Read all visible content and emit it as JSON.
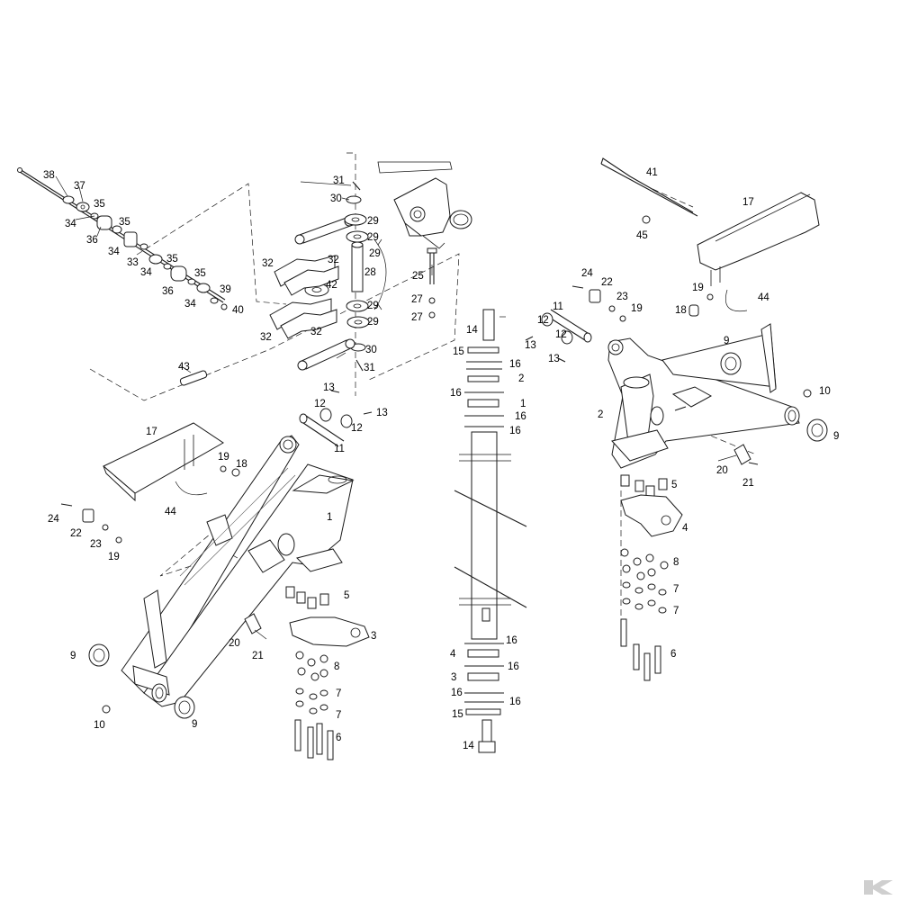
{
  "callouts": [
    {
      "id": "c38a",
      "label": "38"
    },
    {
      "id": "c37a",
      "label": "37"
    },
    {
      "id": "c35a",
      "label": "35"
    },
    {
      "id": "c34a",
      "label": "34"
    },
    {
      "id": "c36a",
      "label": "36"
    },
    {
      "id": "c35b",
      "label": "35"
    },
    {
      "id": "c34b",
      "label": "34"
    },
    {
      "id": "c33a",
      "label": "33"
    },
    {
      "id": "c35c",
      "label": "35"
    },
    {
      "id": "c34c",
      "label": "34"
    },
    {
      "id": "c36b",
      "label": "36"
    },
    {
      "id": "c35d",
      "label": "35"
    },
    {
      "id": "c34d",
      "label": "34"
    },
    {
      "id": "c39a",
      "label": "39"
    },
    {
      "id": "c40a",
      "label": "40"
    },
    {
      "id": "c31a",
      "label": "31"
    },
    {
      "id": "c30a",
      "label": "30"
    },
    {
      "id": "c29a",
      "label": "29"
    },
    {
      "id": "c29b",
      "label": "29"
    },
    {
      "id": "c29c",
      "label": "29"
    },
    {
      "id": "c32a",
      "label": "32"
    },
    {
      "id": "c32b",
      "label": "32"
    },
    {
      "id": "c28a",
      "label": "28"
    },
    {
      "id": "c42a",
      "label": "42"
    },
    {
      "id": "c29d",
      "label": "29"
    },
    {
      "id": "c29e",
      "label": "29"
    },
    {
      "id": "c32c",
      "label": "32"
    },
    {
      "id": "c32d",
      "label": "32"
    },
    {
      "id": "c30b",
      "label": "30"
    },
    {
      "id": "c31b",
      "label": "31"
    },
    {
      "id": "c25a",
      "label": "25"
    },
    {
      "id": "c27a",
      "label": "27"
    },
    {
      "id": "c27b",
      "label": "27"
    },
    {
      "id": "c43a",
      "label": "43"
    },
    {
      "id": "c13a",
      "label": "13"
    },
    {
      "id": "c12a",
      "label": "12"
    },
    {
      "id": "c12b",
      "label": "12"
    },
    {
      "id": "c13b",
      "label": "13"
    },
    {
      "id": "c11a",
      "label": "11"
    },
    {
      "id": "c17a",
      "label": "17"
    },
    {
      "id": "c19a",
      "label": "19"
    },
    {
      "id": "c18a",
      "label": "18"
    },
    {
      "id": "c44a",
      "label": "44"
    },
    {
      "id": "c1a",
      "label": "1"
    },
    {
      "id": "c24a",
      "label": "24"
    },
    {
      "id": "c22a",
      "label": "22"
    },
    {
      "id": "c23a",
      "label": "23"
    },
    {
      "id": "c19b",
      "label": "19"
    },
    {
      "id": "c5a",
      "label": "5"
    },
    {
      "id": "c20a",
      "label": "20"
    },
    {
      "id": "c21a",
      "label": "21"
    },
    {
      "id": "c3a",
      "label": "3"
    },
    {
      "id": "c8a",
      "label": "8"
    },
    {
      "id": "c7a",
      "label": "7"
    },
    {
      "id": "c7b",
      "label": "7"
    },
    {
      "id": "c6a",
      "label": "6"
    },
    {
      "id": "c9a",
      "label": "9"
    },
    {
      "id": "c9b",
      "label": "9"
    },
    {
      "id": "c10a",
      "label": "10"
    },
    {
      "id": "c14a",
      "label": "14"
    },
    {
      "id": "c15a",
      "label": "15"
    },
    {
      "id": "c16a",
      "label": "16"
    },
    {
      "id": "c2a",
      "label": "2"
    },
    {
      "id": "c16b",
      "label": "16"
    },
    {
      "id": "c1b",
      "label": "1"
    },
    {
      "id": "c16c",
      "label": "16"
    },
    {
      "id": "c16d",
      "label": "16"
    },
    {
      "id": "c16e",
      "label": "16"
    },
    {
      "id": "c4a",
      "label": "4"
    },
    {
      "id": "c16f",
      "label": "16"
    },
    {
      "id": "c3b",
      "label": "3"
    },
    {
      "id": "c16g",
      "label": "16"
    },
    {
      "id": "c16h",
      "label": "16"
    },
    {
      "id": "c15b",
      "label": "15"
    },
    {
      "id": "c14b",
      "label": "14"
    },
    {
      "id": "c41a",
      "label": "41"
    },
    {
      "id": "c45a",
      "label": "45"
    },
    {
      "id": "c17b",
      "label": "17"
    },
    {
      "id": "c24b",
      "label": "24"
    },
    {
      "id": "c22b",
      "label": "22"
    },
    {
      "id": "c11b",
      "label": "11"
    },
    {
      "id": "c23b",
      "label": "23"
    },
    {
      "id": "c19c",
      "label": "19"
    },
    {
      "id": "c12c",
      "label": "12"
    },
    {
      "id": "c13c",
      "label": "13"
    },
    {
      "id": "c12d",
      "label": "12"
    },
    {
      "id": "c13d",
      "label": "13"
    },
    {
      "id": "c19d",
      "label": "19"
    },
    {
      "id": "c44b",
      "label": "44"
    },
    {
      "id": "c18b",
      "label": "18"
    },
    {
      "id": "c9c",
      "label": "9"
    },
    {
      "id": "c10b",
      "label": "10"
    },
    {
      "id": "c9d",
      "label": "9"
    },
    {
      "id": "c2b",
      "label": "2"
    },
    {
      "id": "c20b",
      "label": "20"
    },
    {
      "id": "c21b",
      "label": "21"
    },
    {
      "id": "c5b",
      "label": "5"
    },
    {
      "id": "c4b",
      "label": "4"
    },
    {
      "id": "c8b",
      "label": "8"
    },
    {
      "id": "c7c",
      "label": "7"
    },
    {
      "id": "c7d",
      "label": "7"
    },
    {
      "id": "c6b",
      "label": "6"
    }
  ],
  "colors": {
    "line": "#1a1a1a",
    "brand": "#cfcfcf"
  },
  "brand": {
    "icon": "brand-logo-icon"
  }
}
